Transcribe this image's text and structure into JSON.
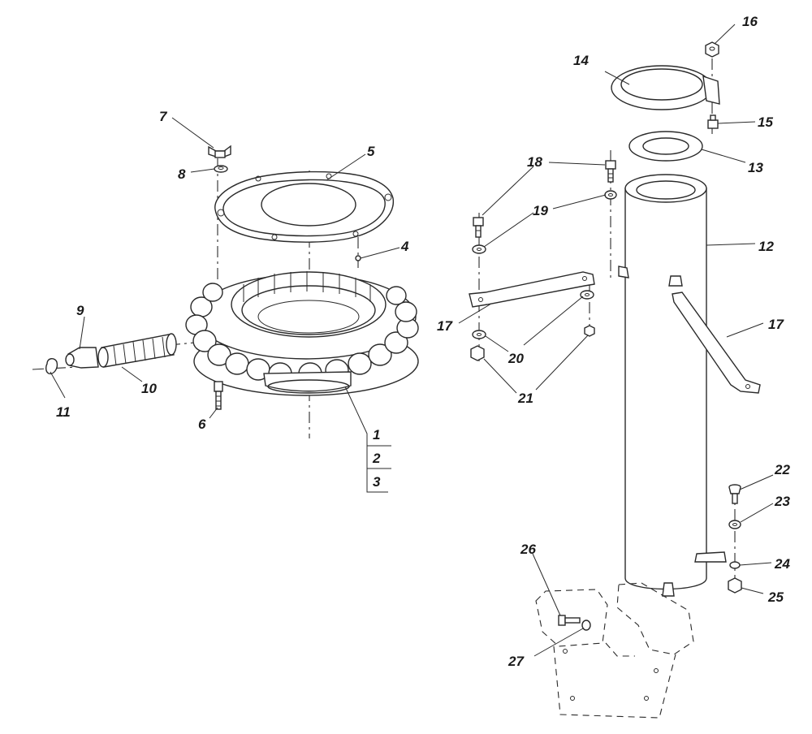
{
  "labels": {
    "p1": "1",
    "p2": "2",
    "p3": "3",
    "p4": "4",
    "p5": "5",
    "p6": "6",
    "p7": "7",
    "p8": "8",
    "p9": "9",
    "p10": "10",
    "p11": "11",
    "p12": "12",
    "p13": "13",
    "p14": "14",
    "p15": "15",
    "p16": "16",
    "p17a": "17",
    "p17b": "17",
    "p18": "18",
    "p19": "19",
    "p20": "20",
    "p21": "21",
    "p22": "22",
    "p23": "23",
    "p24": "24",
    "p25": "25",
    "p26": "26",
    "p27": "27"
  },
  "colors": {
    "line": "#2a2a2a",
    "background": "#ffffff",
    "label": "#1a1a1a"
  }
}
